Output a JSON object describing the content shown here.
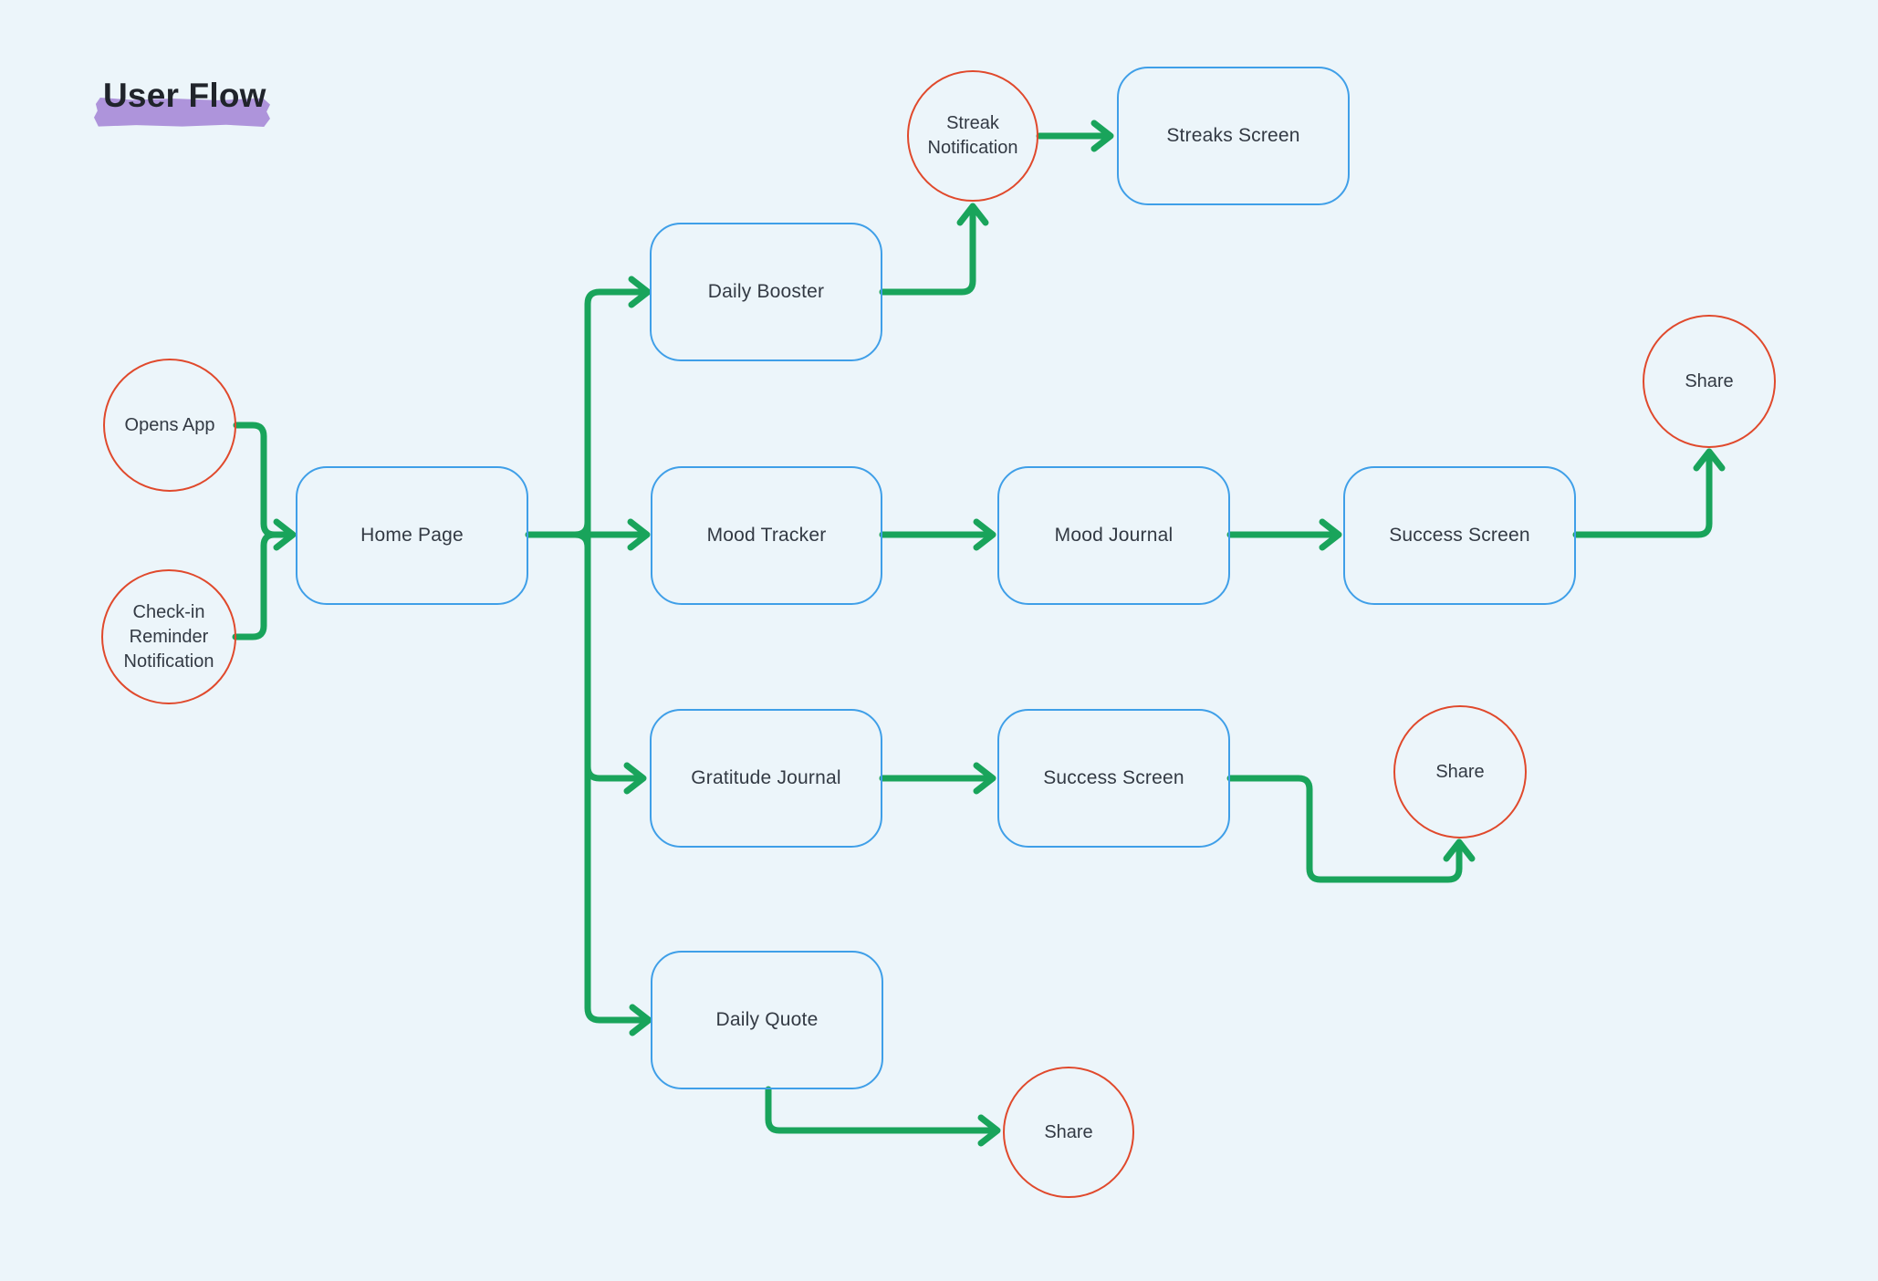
{
  "title": {
    "text": "User Flow"
  },
  "colors": {
    "background": "#ecf5fa",
    "connector_green": "#19a45b",
    "screen_border_blue": "#3f9fe8",
    "touchpoint_border_red": "#e0492c",
    "label_text": "#333a44",
    "title_text": "#20242b",
    "title_highlight_purple": "#ab8ed9"
  },
  "nodes": {
    "screens": [
      {
        "id": "home-page",
        "label": "Home Page"
      },
      {
        "id": "daily-booster",
        "label": "Daily Booster"
      },
      {
        "id": "streaks-screen",
        "label": "Streaks Screen"
      },
      {
        "id": "mood-tracker",
        "label": "Mood Tracker"
      },
      {
        "id": "mood-journal",
        "label": "Mood Journal"
      },
      {
        "id": "success-screen-mood",
        "label": "Success Screen"
      },
      {
        "id": "gratitude-journal",
        "label": "Gratitude Journal"
      },
      {
        "id": "success-screen-gratitude",
        "label": "Success Screen"
      },
      {
        "id": "daily-quote",
        "label": "Daily Quote"
      }
    ],
    "touchpoints": [
      {
        "id": "opens-app",
        "label": "Opens App"
      },
      {
        "id": "checkin-reminder",
        "label": "Check-in Reminder Notification"
      },
      {
        "id": "streak-notification",
        "label": "Streak Notification"
      },
      {
        "id": "share-mood",
        "label": "Share"
      },
      {
        "id": "share-gratitude",
        "label": "Share"
      },
      {
        "id": "share-quote",
        "label": "Share"
      }
    ]
  },
  "connections": [
    {
      "from": "opens-app",
      "to": "home-page"
    },
    {
      "from": "checkin-reminder",
      "to": "home-page"
    },
    {
      "from": "home-page",
      "to": "daily-booster"
    },
    {
      "from": "home-page",
      "to": "mood-tracker"
    },
    {
      "from": "home-page",
      "to": "gratitude-journal"
    },
    {
      "from": "home-page",
      "to": "daily-quote"
    },
    {
      "from": "daily-booster",
      "to": "streak-notification"
    },
    {
      "from": "streak-notification",
      "to": "streaks-screen"
    },
    {
      "from": "mood-tracker",
      "to": "mood-journal"
    },
    {
      "from": "mood-journal",
      "to": "success-screen-mood"
    },
    {
      "from": "success-screen-mood",
      "to": "share-mood"
    },
    {
      "from": "gratitude-journal",
      "to": "success-screen-gratitude"
    },
    {
      "from": "success-screen-gratitude",
      "to": "share-gratitude"
    },
    {
      "from": "daily-quote",
      "to": "share-quote"
    }
  ]
}
